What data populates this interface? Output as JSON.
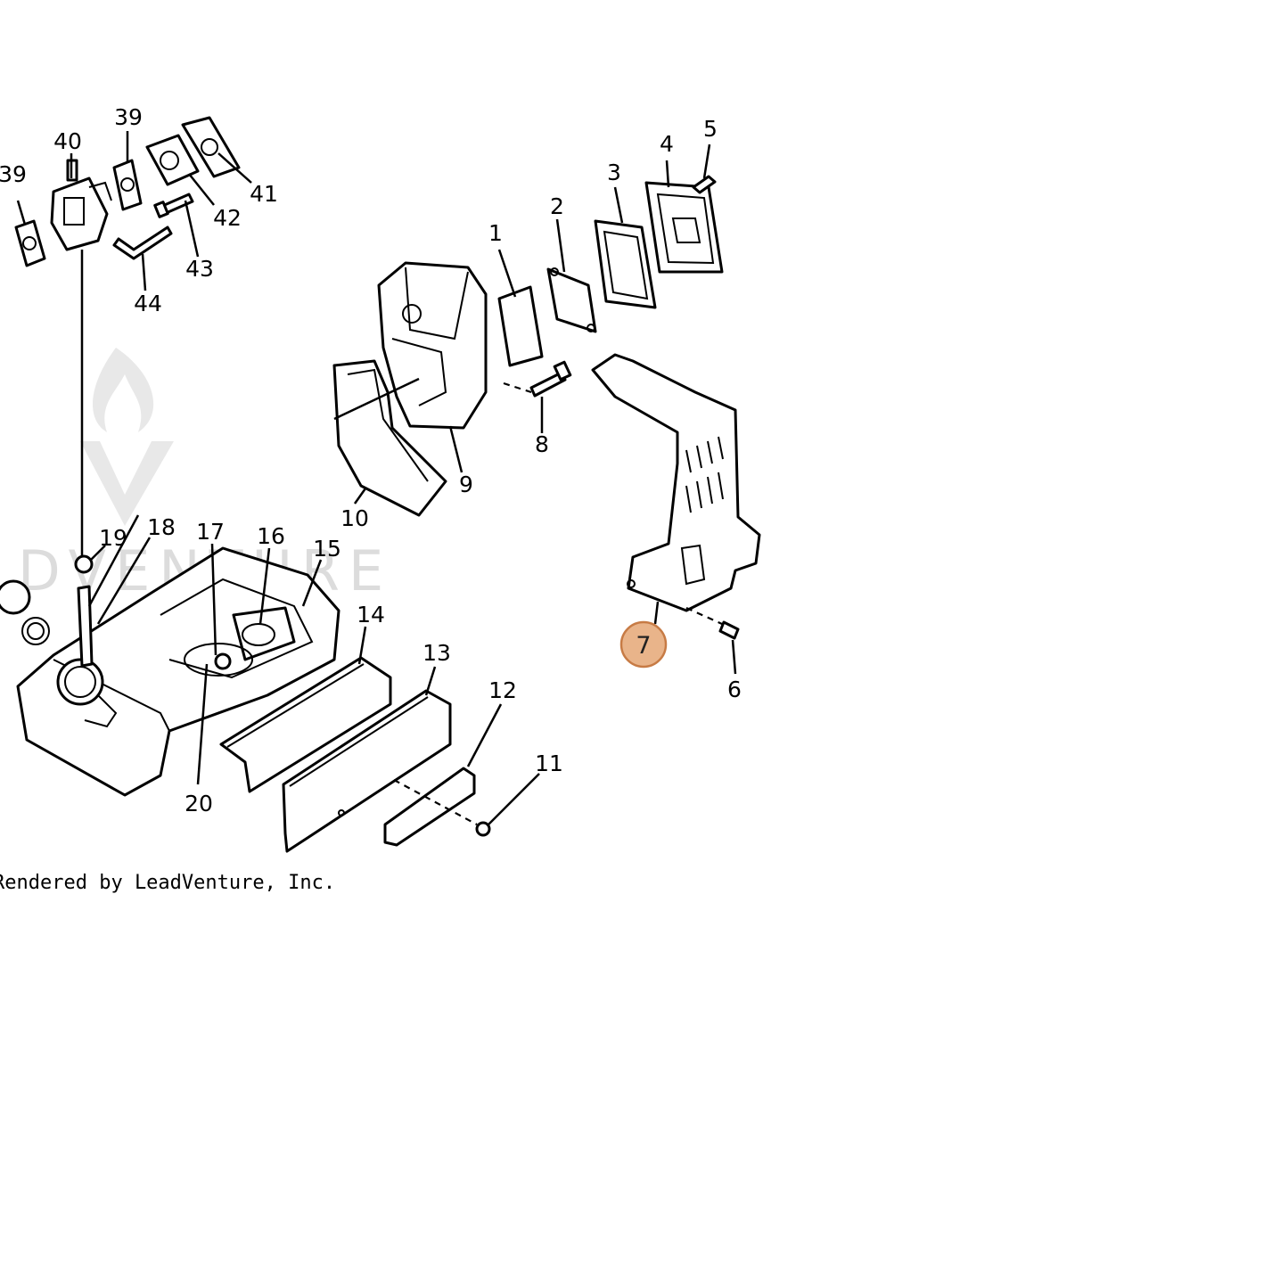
{
  "diagram": {
    "callouts": [
      {
        "label": "1"
      },
      {
        "label": "2"
      },
      {
        "label": "3"
      },
      {
        "label": "4"
      },
      {
        "label": "5"
      },
      {
        "label": "6"
      },
      {
        "label": "7"
      },
      {
        "label": "8"
      },
      {
        "label": "9"
      },
      {
        "label": "10"
      },
      {
        "label": "11"
      },
      {
        "label": "12"
      },
      {
        "label": "13"
      },
      {
        "label": "14"
      },
      {
        "label": "15"
      },
      {
        "label": "16"
      },
      {
        "label": "17"
      },
      {
        "label": "18"
      },
      {
        "label": "19"
      },
      {
        "label": "20"
      },
      {
        "label": "39"
      },
      {
        "label": "39"
      },
      {
        "label": "40"
      },
      {
        "label": "41"
      },
      {
        "label": "42"
      },
      {
        "label": "43"
      },
      {
        "label": "44"
      }
    ],
    "highlighted": {
      "label": "7",
      "color": "#e9b48a",
      "border": "#c77b45"
    },
    "watermark": "DVENTURE",
    "credit": "Rendered by LeadVenture, Inc."
  }
}
